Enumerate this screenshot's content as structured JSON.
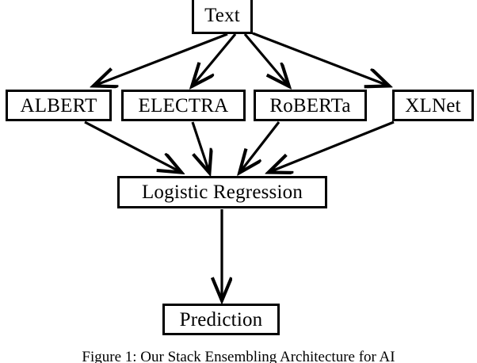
{
  "figure": {
    "title": "Stacked Ensembling Architecture Flowchart",
    "background_color": "#ffffff",
    "line_color": "#000000",
    "text_color": "#000000",
    "caption": "Figure 1: Our Stack Ensembling Architecture for AI"
  },
  "nodes": {
    "text": {
      "label": "Text"
    },
    "albert": {
      "label": "ALBERT"
    },
    "electra": {
      "label": "ELECTRA"
    },
    "roberta": {
      "label": "RoBERTa"
    },
    "xlnet": {
      "label": "XLNet"
    },
    "logistic_regression": {
      "label": "Logistic Regression"
    },
    "prediction": {
      "label": "Prediction"
    }
  },
  "edges": [
    {
      "from": "text",
      "to": "albert"
    },
    {
      "from": "text",
      "to": "electra"
    },
    {
      "from": "text",
      "to": "roberta"
    },
    {
      "from": "text",
      "to": "xlnet"
    },
    {
      "from": "albert",
      "to": "logistic_regression"
    },
    {
      "from": "electra",
      "to": "logistic_regression"
    },
    {
      "from": "roberta",
      "to": "logistic_regression"
    },
    {
      "from": "xlnet",
      "to": "logistic_regression"
    },
    {
      "from": "logistic_regression",
      "to": "prediction"
    }
  ]
}
